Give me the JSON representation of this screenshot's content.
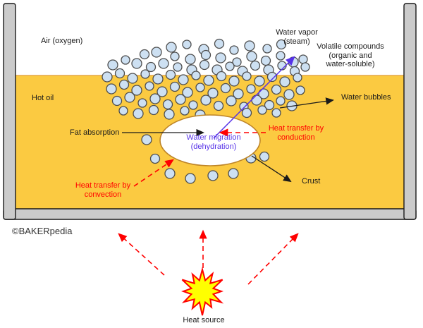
{
  "title": "Deep frying process diagram",
  "labels": {
    "air": "Air (oxygen)",
    "hot_oil": "Hot oil",
    "water_vapor_line1": "Water vapor",
    "water_vapor_line2": "(steam)",
    "volatile_line1": "Volatile compounds",
    "volatile_line2": "(organic and",
    "volatile_line3": "water-soluble)",
    "water_bubbles": "Water bubbles",
    "fat_absorption": "Fat absorption",
    "conduction_line1": "Heat transfer by",
    "conduction_line2": "conduction",
    "water_migration_line1": "Water migration",
    "water_migration_line2": "(dehydration)",
    "crust": "Crust",
    "convection_line1": "Heat transfer by",
    "convection_line2": "convection",
    "copyright": "©BAKERpedia",
    "heat_source": "Heat source"
  },
  "colors": {
    "oil": "#fbca41",
    "oil_border": "#e0982f",
    "wall": "#cbcbcb",
    "wall_border": "#1a1a1a",
    "bubble_fill": "#cde0f2",
    "bubble_stroke": "#4d4d4d",
    "food_fill": "#ffffff",
    "food_border": "#bd8428",
    "black_arrow": "#1a1a1a",
    "red": "#ff0000",
    "violet": "#5733e8",
    "star_fill": "#ffff00",
    "star_stroke": "#ff0000",
    "text": "#1a1a1a",
    "copyright_text": "#333333"
  },
  "bubbles": [
    [
      243,
      67,
      7
    ],
    [
      265,
      63,
      6
    ],
    [
      289,
      70,
      7
    ],
    [
      311,
      62,
      6.5
    ],
    [
      332,
      71,
      6
    ],
    [
      354,
      65,
      7
    ],
    [
      379,
      69,
      6
    ],
    [
      399,
      63,
      6.5
    ],
    [
      205,
      77,
      6.5
    ],
    [
      222,
      74,
      7
    ],
    [
      248,
      80,
      6
    ],
    [
      270,
      84,
      7
    ],
    [
      292,
      78,
      6.5
    ],
    [
      313,
      82,
      7
    ],
    [
      336,
      88,
      6
    ],
    [
      357,
      80,
      7
    ],
    [
      377,
      86,
      6.5
    ],
    [
      398,
      79,
      6
    ],
    [
      416,
      88,
      7
    ],
    [
      430,
      84,
      6
    ],
    [
      160,
      92,
      7
    ],
    [
      178,
      85,
      6
    ],
    [
      194,
      90,
      7
    ],
    [
      214,
      95,
      6.5
    ],
    [
      232,
      90,
      7
    ],
    [
      252,
      95,
      6
    ],
    [
      272,
      99,
      7
    ],
    [
      290,
      92,
      6.5
    ],
    [
      308,
      99,
      7
    ],
    [
      326,
      94,
      6
    ],
    [
      344,
      101,
      7
    ],
    [
      362,
      93,
      6.5
    ],
    [
      381,
      99,
      7
    ],
    [
      400,
      93,
      6
    ],
    [
      418,
      101,
      6.5
    ],
    [
      433,
      95,
      6
    ],
    [
      152,
      109,
      7
    ],
    [
      170,
      104,
      6.5
    ],
    [
      188,
      111,
      7
    ],
    [
      206,
      105,
      6
    ],
    [
      224,
      112,
      7
    ],
    [
      242,
      106,
      6.5
    ],
    [
      260,
      113,
      7
    ],
    [
      278,
      107,
      6
    ],
    [
      296,
      114,
      7
    ],
    [
      314,
      108,
      6.5
    ],
    [
      332,
      115,
      7
    ],
    [
      350,
      108,
      6
    ],
    [
      368,
      115,
      7
    ],
    [
      386,
      109,
      6.5
    ],
    [
      404,
      116,
      7
    ],
    [
      422,
      110,
      6
    ],
    [
      158,
      126,
      7
    ],
    [
      176,
      120,
      6.5
    ],
    [
      194,
      128,
      7
    ],
    [
      212,
      122,
      6
    ],
    [
      230,
      130,
      7
    ],
    [
      248,
      123,
      6.5
    ],
    [
      266,
      131,
      7
    ],
    [
      284,
      124,
      6
    ],
    [
      302,
      132,
      7
    ],
    [
      320,
      125,
      6.5
    ],
    [
      338,
      133,
      7
    ],
    [
      356,
      126,
      6
    ],
    [
      374,
      133,
      7
    ],
    [
      392,
      127,
      6.5
    ],
    [
      410,
      134,
      7
    ],
    [
      426,
      128,
      6
    ],
    [
      166,
      143,
      6.5
    ],
    [
      184,
      138,
      7
    ],
    [
      202,
      146,
      6
    ],
    [
      220,
      140,
      7
    ],
    [
      238,
      148,
      6.5
    ],
    [
      256,
      141,
      7
    ],
    [
      274,
      149,
      6
    ],
    [
      292,
      142,
      7
    ],
    [
      310,
      150,
      6.5
    ],
    [
      328,
      143,
      7
    ],
    [
      346,
      151,
      6
    ],
    [
      364,
      142,
      7
    ],
    [
      382,
      149,
      6.5
    ],
    [
      398,
      143,
      6
    ],
    [
      414,
      150,
      7
    ],
    [
      175,
      157,
      6
    ],
    [
      196,
      161,
      7
    ],
    [
      218,
      156,
      6.5
    ],
    [
      240,
      162,
      7
    ],
    [
      262,
      157,
      6
    ],
    [
      284,
      163,
      7
    ],
    [
      350,
      160,
      6.5
    ],
    [
      372,
      156,
      6
    ],
    [
      392,
      160,
      6
    ],
    [
      208,
      198,
      7
    ],
    [
      220,
      225,
      6.5
    ],
    [
      241,
      246,
      7
    ],
    [
      270,
      253,
      7
    ],
    [
      302,
      249,
      7
    ],
    [
      331,
      246,
      7
    ],
    [
      356,
      224,
      7
    ],
    [
      375,
      222,
      6.5
    ]
  ]
}
